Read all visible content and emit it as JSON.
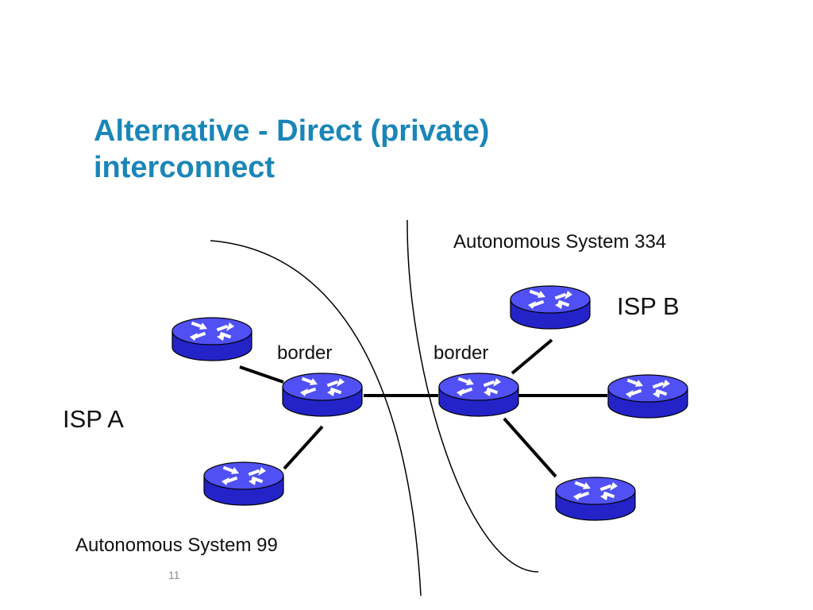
{
  "slide": {
    "title_line1": "Alternative - Direct (private)",
    "title_line2": "interconnect",
    "page_number": "11"
  },
  "labels": {
    "as_b": "Autonomous System 334",
    "isp_b": "ISP B",
    "border_a": "border",
    "border_b": "border",
    "isp_a": "ISP A",
    "as_a": "Autonomous System 99"
  },
  "colors": {
    "title": "#1a86b8",
    "router_body": "#2323c8",
    "router_top": "#5050f5",
    "router_arrows": "#ffffff",
    "link": "#000000",
    "boundary": "#000000"
  },
  "icons": {
    "router": "router-icon"
  }
}
